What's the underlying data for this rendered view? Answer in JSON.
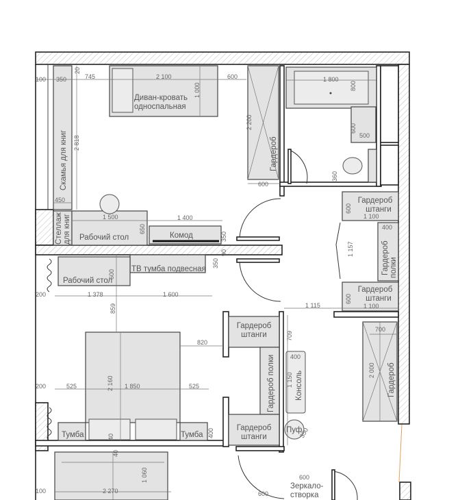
{
  "labels": {
    "sofa_bed": [
      "Диван-кровать",
      "односпальная"
    ],
    "book_bench": "Скамья для книг",
    "wardrobe_top": "Гардероб",
    "wardrobe_rods_1": [
      "Гардероб",
      "штанги"
    ],
    "wardrobe_shelves_1": [
      "Гардероб",
      "полки"
    ],
    "wardrobe_rods_2": [
      "Гардероб",
      "штанги"
    ],
    "bookshelf": [
      "Стеллаж",
      "для книг"
    ],
    "desk_1": "Рабочий стол",
    "dresser": "Комод",
    "tv_stand": "ТВ тумба подвесная",
    "desk_2": "Рабочий стол",
    "wardrobe_rods_3": [
      "Гардероб",
      "штанги"
    ],
    "wardrobe_shelves_2": "Гардероб полки",
    "wardrobe_rods_4": [
      "Гардероб",
      "штанги"
    ],
    "console": "Консоль",
    "pouf": "Пуф",
    "wardrobe_right": "Гардероб",
    "nightstand_left": "Тумба",
    "nightstand_right": "Тумба",
    "mirror_door": [
      "Зеркало-",
      "створка"
    ]
  },
  "dims": [
    "100",
    "350",
    "20",
    "745",
    "2 100",
    "600",
    "1 000",
    "2 818",
    "2 200",
    "450",
    "600",
    "1 800",
    "800",
    "600",
    "500",
    "360",
    "600",
    "1 100",
    "400",
    "1 157",
    "600",
    "1 100",
    "1 115",
    "1 500",
    "650",
    "1 400",
    "350",
    "90",
    "350",
    "600",
    "1 378",
    "1 600",
    "200",
    "859",
    "820",
    "709",
    "400",
    "1 150",
    "700",
    "2 000",
    "200",
    "525",
    "2 160",
    "1 850",
    "525",
    "400",
    "40",
    "40",
    "1 060",
    "100",
    "2 270",
    "600",
    "600",
    "350"
  ],
  "colors": {
    "wall": "#222222",
    "furniture": "#e3e3e3",
    "glass_line": "#e0a060"
  }
}
